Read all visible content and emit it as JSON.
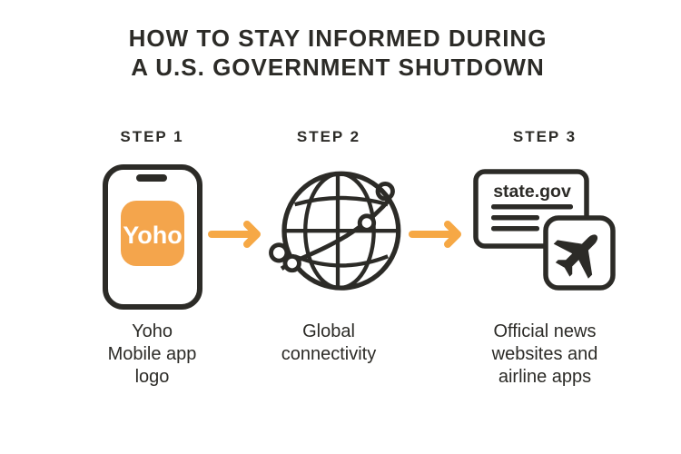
{
  "title": {
    "text": "HOW TO STAY INFORMED DURING\nA U.S. GOVERNMENT SHUTDOWN"
  },
  "steps": [
    {
      "label": "STEP 1",
      "icon": "smartphone-with-yoho-app",
      "logo_text": "Yoho",
      "caption": "Yoho\nMobile app\nlogo"
    },
    {
      "label": "STEP 2",
      "icon": "globe-network",
      "caption": "Global\nconnectivity"
    },
    {
      "label": "STEP 3",
      "icon": "browser-window-and-airline-app",
      "browser_url": "state.gov",
      "caption": "Official news\nwebsites and\nairline apps"
    }
  ],
  "arrows": [
    {
      "icon": "arrow-right"
    },
    {
      "icon": "arrow-right"
    }
  ],
  "colors": {
    "text_dark": "#2c2b27",
    "stroke_dark": "#2c2b27",
    "accent_orange": "#f6a845",
    "logo_orange": "#f4a54c",
    "logo_text_white": "#ffffff",
    "background": "#ffffff"
  }
}
